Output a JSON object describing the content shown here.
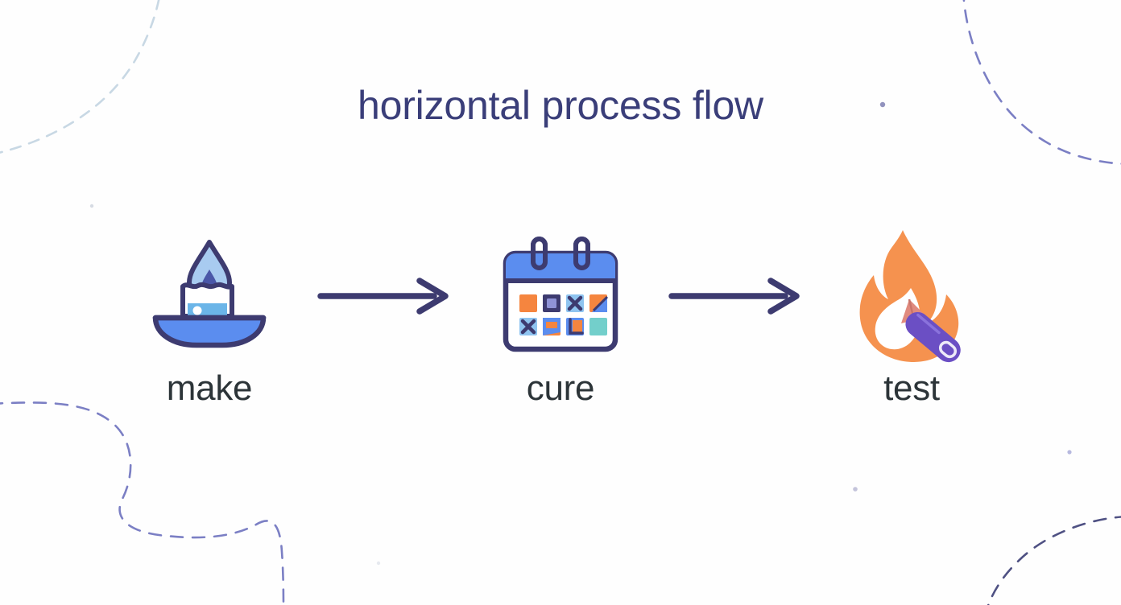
{
  "page": {
    "title": "horizontal process flow",
    "background_color": "#FEFEFE",
    "title_color": "#3A3E79",
    "label_color": "#2C3438",
    "arrow_color": "#3D3B70",
    "decor_color": "#7B7FC4",
    "decor_color_faint": "#C8D8E4"
  },
  "flow": {
    "steps": [
      {
        "id": "make",
        "label": "make",
        "icon": "candle-icon"
      },
      {
        "id": "cure",
        "label": "cure",
        "icon": "calendar-icon"
      },
      {
        "id": "test",
        "label": "test",
        "icon": "flame-lighter-icon"
      }
    ],
    "connectors": [
      {
        "id": "arrow-1",
        "icon": "arrow-right-icon"
      },
      {
        "id": "arrow-2",
        "icon": "arrow-right-icon"
      }
    ]
  },
  "palette": {
    "navy": "#3D3B70",
    "indigo_deep": "#3A3E79",
    "blue_mid": "#5B8DEF",
    "blue_light": "#6BB5E8",
    "blue_pale": "#A8CBF0",
    "orange": "#F5853F",
    "orange_light": "#F5924F",
    "teal": "#73CFCB",
    "purple": "#6B4FC4",
    "salmon": "#E08A7E",
    "white": "#FFFFFF"
  }
}
